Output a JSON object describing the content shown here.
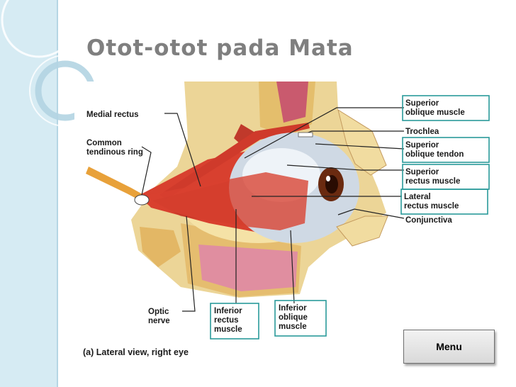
{
  "slide": {
    "title": "Otot-otot pada Mata",
    "menu_label": "Menu"
  },
  "figure": {
    "caption": "(a)  Lateral view, right eye",
    "labels": {
      "medial_rectus": "Medial rectus",
      "common_tendinous_ring_1": "Common",
      "common_tendinous_ring_2": "tendinous ring",
      "optic_nerve_1": "Optic",
      "optic_nerve_2": "nerve",
      "inferior_rectus_1": "Inferior",
      "inferior_rectus_2": "rectus",
      "inferior_rectus_3": "muscle",
      "inferior_oblique_1": "Inferior",
      "inferior_oblique_2": "oblique",
      "inferior_oblique_3": "muscle",
      "superior_oblique_muscle_1": "Superior",
      "superior_oblique_muscle_2": "oblique muscle",
      "trochlea": "Trochlea",
      "superior_oblique_tendon_1": "Superior",
      "superior_oblique_tendon_2": "oblique tendon",
      "superior_rectus_1": "Superior",
      "superior_rectus_2": "rectus muscle",
      "lateral_rectus_1": "Lateral",
      "lateral_rectus_2": "rectus muscle",
      "conjunctiva": "Conjunctiva"
    }
  },
  "colors": {
    "title": "#7f7f7f",
    "side_band": "#d6ebf3",
    "label_box": "#2a9a9a",
    "muscle": "#d8402f",
    "bone": "#e9cf8a"
  }
}
